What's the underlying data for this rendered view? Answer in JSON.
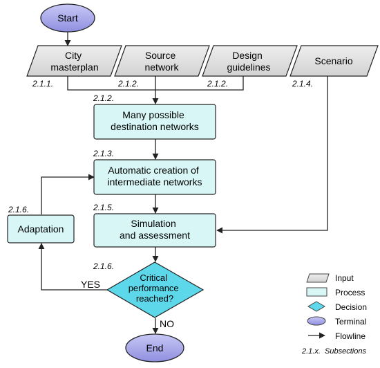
{
  "nodes": {
    "start": {
      "label": "Start"
    },
    "input_city": {
      "lines": [
        "City",
        "masterplan"
      ]
    },
    "input_source": {
      "lines": [
        "Source",
        "network"
      ]
    },
    "input_design": {
      "lines": [
        "Design",
        "guidelines"
      ]
    },
    "input_scenario": {
      "lines": [
        "Scenario"
      ]
    },
    "process_destinations": {
      "lines": [
        "Many possible",
        "destination networks"
      ]
    },
    "process_intermediate": {
      "lines": [
        "Automatic creation of",
        "intermediate networks"
      ]
    },
    "process_simulation": {
      "lines": [
        "Simulation",
        "and assessment"
      ]
    },
    "process_adaptation": {
      "lines": [
        "Adaptation"
      ]
    },
    "decision": {
      "lines": [
        "Critical",
        "performance",
        "reached?"
      ]
    },
    "end": {
      "label": "End"
    }
  },
  "subsection_labels": {
    "city": "2.1.1.",
    "source": "2.1.2.",
    "design": "2.1.2.",
    "scenario": "2.1.4.",
    "destinations": "2.1.2.",
    "intermediate": "2.1.3.",
    "simulation": "2.1.5.",
    "adaptation": "2.1.6.",
    "decision": "2.1.6."
  },
  "edge_labels": {
    "yes": "YES",
    "no": "NO"
  },
  "legend": {
    "input": "Input",
    "process": "Process",
    "decision": "Decision",
    "terminal": "Terminal",
    "flowline": "Flowline",
    "subsections": "2.1.x.  Subsections"
  },
  "colors": {
    "terminal_fill": "#a9a9ec",
    "input_fill": "#e3e3e3",
    "process_fill": "#d8f6f6",
    "decision_fill": "#5cd8ea",
    "line": "#222222"
  }
}
